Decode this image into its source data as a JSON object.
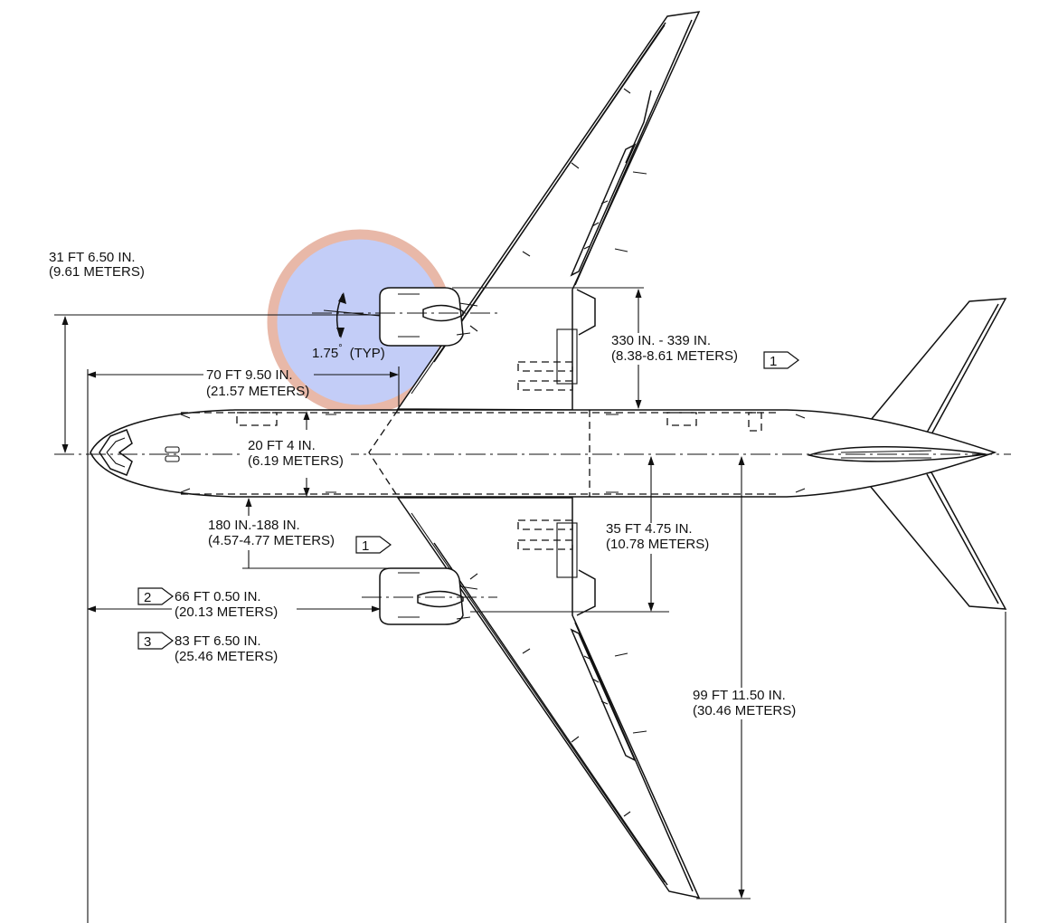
{
  "dimensions": {
    "engine_height": {
      "line1": "31 FT 6.50 IN.",
      "line2": "(9.61 METERS)"
    },
    "nose_to_wing": {
      "line1": "70 FT 9.50 IN.",
      "line2": "(21.57 METERS)"
    },
    "fuselage_width": {
      "line1": "20 FT 4  IN.",
      "line2": "(6.19 METERS)"
    },
    "engine_clearance": {
      "line1": "180 IN.-188 IN.",
      "line2": "(4.57-4.77 METERS)",
      "note": "1"
    },
    "nose_to_engine": {
      "tag": "2",
      "line1": "66 FT 0.50 IN.",
      "line2": "(20.13 METERS)"
    },
    "nose_to_wingtip": {
      "tag": "3",
      "line1": "83 FT 6.50 IN.",
      "line2": "(25.46 METERS)"
    },
    "engine_offset": {
      "line1": "330 IN. - 339 IN.",
      "line2": "(8.38-8.61 METERS)",
      "note": "1"
    },
    "wing_half_span_engine": {
      "line1": "35 FT 4.75 IN.",
      "line2": "(10.78 METERS)"
    },
    "half_span": {
      "line1": "99 FT 11.50 IN.",
      "line2": "(30.46 METERS)"
    }
  },
  "angle_label": {
    "value": "1.75",
    "degree": "°",
    "suffix": "(TYP)"
  },
  "highlight": {
    "fill": "#c3cdf7",
    "ring": "#e8b8a8"
  }
}
